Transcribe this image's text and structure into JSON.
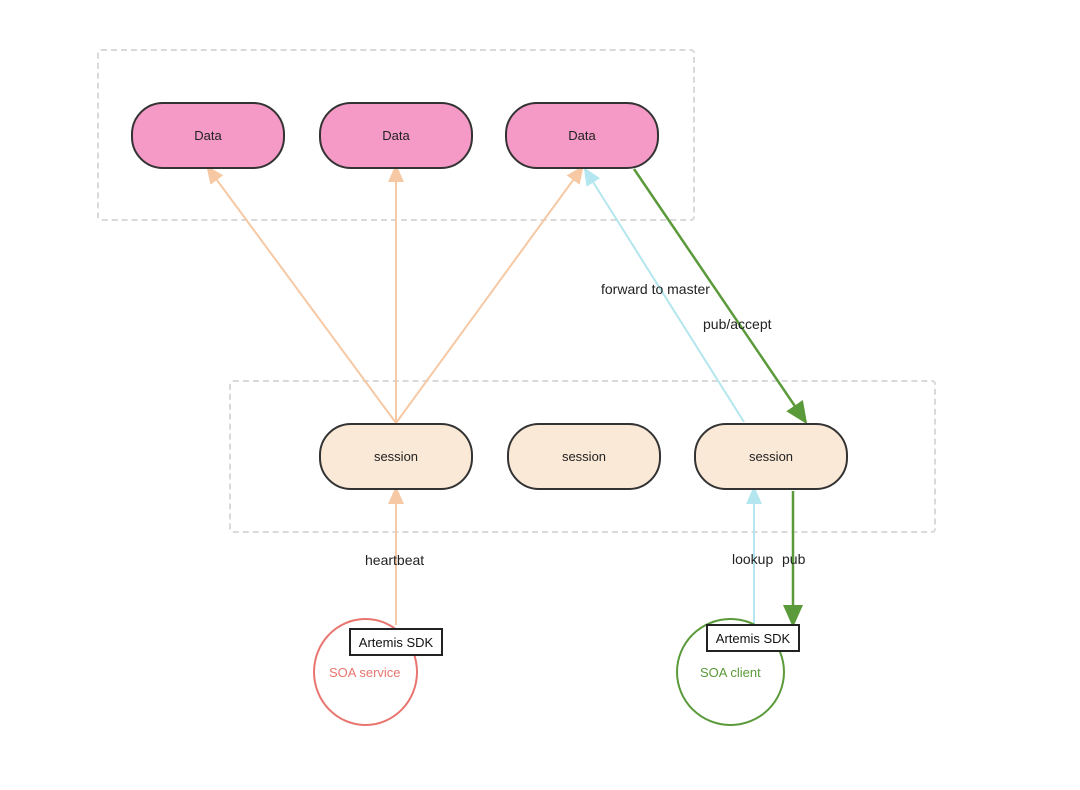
{
  "data_nodes": [
    {
      "label": "Data"
    },
    {
      "label": "Data"
    },
    {
      "label": "Data"
    }
  ],
  "session_nodes": [
    {
      "label": "session"
    },
    {
      "label": "session"
    },
    {
      "label": "session"
    }
  ],
  "edge_labels": {
    "forward": "forward to master",
    "pub_accept": "pub/accept",
    "heartbeat": "heartbeat",
    "lookup": "lookup",
    "pub": "pub"
  },
  "actors": {
    "service": {
      "label": "SOA service",
      "sdk": "Artemis SDK",
      "color": "#e8756f"
    },
    "client": {
      "label": "SOA client",
      "sdk": "Artemis SDK",
      "color": "#5a9a3a"
    }
  },
  "colors": {
    "data_fill": "#f59ac6",
    "session_fill": "#fbe9d7",
    "orange_edge": "#f6c9a4",
    "blue_edge": "#b3e6ee",
    "green_edge": "#5a9a3a"
  }
}
